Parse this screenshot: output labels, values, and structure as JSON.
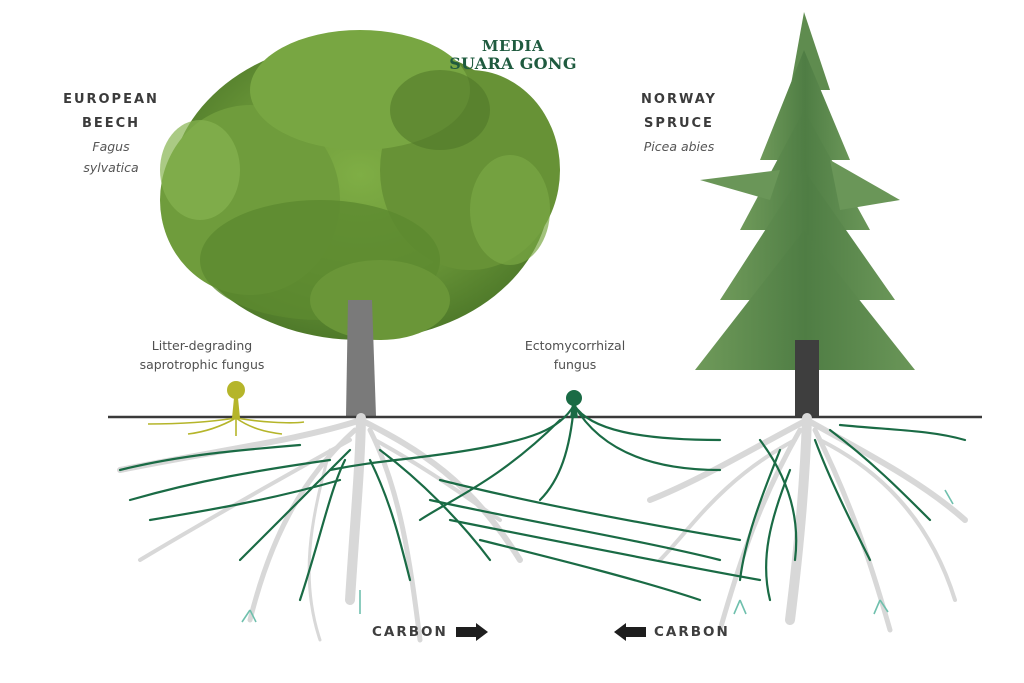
{
  "watermark": {
    "line1": "MEDIA",
    "line2": "SUARA GONG"
  },
  "trees": [
    {
      "common_line1": "EUROPEAN",
      "common_line2": "BEECH",
      "latin_line1": "Fagus",
      "latin_line2": "sylvatica"
    },
    {
      "common_line1": "NORWAY",
      "common_line2": "SPRUCE",
      "latin_line1": "Picea abies"
    }
  ],
  "fungi": [
    {
      "line1": "Litter-degrading",
      "line2": "saprotrophic fungus",
      "color": "#b5b52a"
    },
    {
      "line1": "Ectomycorrhizal",
      "line2": "fungus",
      "color": "#1a6b45"
    }
  ],
  "carbon_flows": [
    {
      "label": "CARBON",
      "direction": "right",
      "icon": "arrow-right-icon"
    },
    {
      "label": "CARBON",
      "direction": "left",
      "icon": "arrow-left-icon"
    }
  ],
  "colors": {
    "ground_line": "#3a3a3a",
    "tree_roots": "#d6d6d6",
    "mycorrhizal_hyphae": "#1a6b45",
    "hyphae_tips": "#5fb8a6",
    "saprotroph": "#b5b52a",
    "beech_foliage": "#6f9a3a",
    "spruce_foliage": "#5f8c4f",
    "trunk_beech": "#7d7d7d",
    "trunk_spruce": "#3f3f3f",
    "watermark": "#1f5b3f"
  }
}
